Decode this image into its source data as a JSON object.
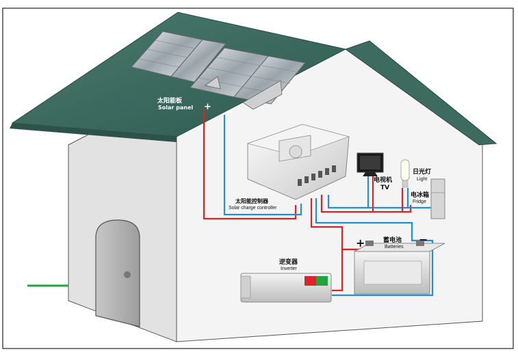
{
  "labels": {
    "solar_panel_cn": "太阳能板",
    "solar_panel_en": "Solar panel",
    "controller_cn": "太阳能控制器",
    "controller_en": "Solar charge controller",
    "tv_cn": "电视机",
    "tv_en": "TV",
    "light_cn": "日光灯",
    "light_en": "Light",
    "fridge_cn": "电冰箱",
    "fridge_en": "Fridge",
    "battery_cn": "蓄电池",
    "battery_en": "Batteries",
    "inverter_cn": "逆变器",
    "inverter_en": "Inverter",
    "plus": "+",
    "minus": "−"
  },
  "colors": {
    "roof": "#3d6b60",
    "wall": "#f0f0f0",
    "wall_shade": "#d8d8d8",
    "positive_wire": "#d8232a",
    "negative_wire": "#1f8fd8",
    "ground_wire": "#22a33c",
    "door": "#b5b5b5"
  }
}
